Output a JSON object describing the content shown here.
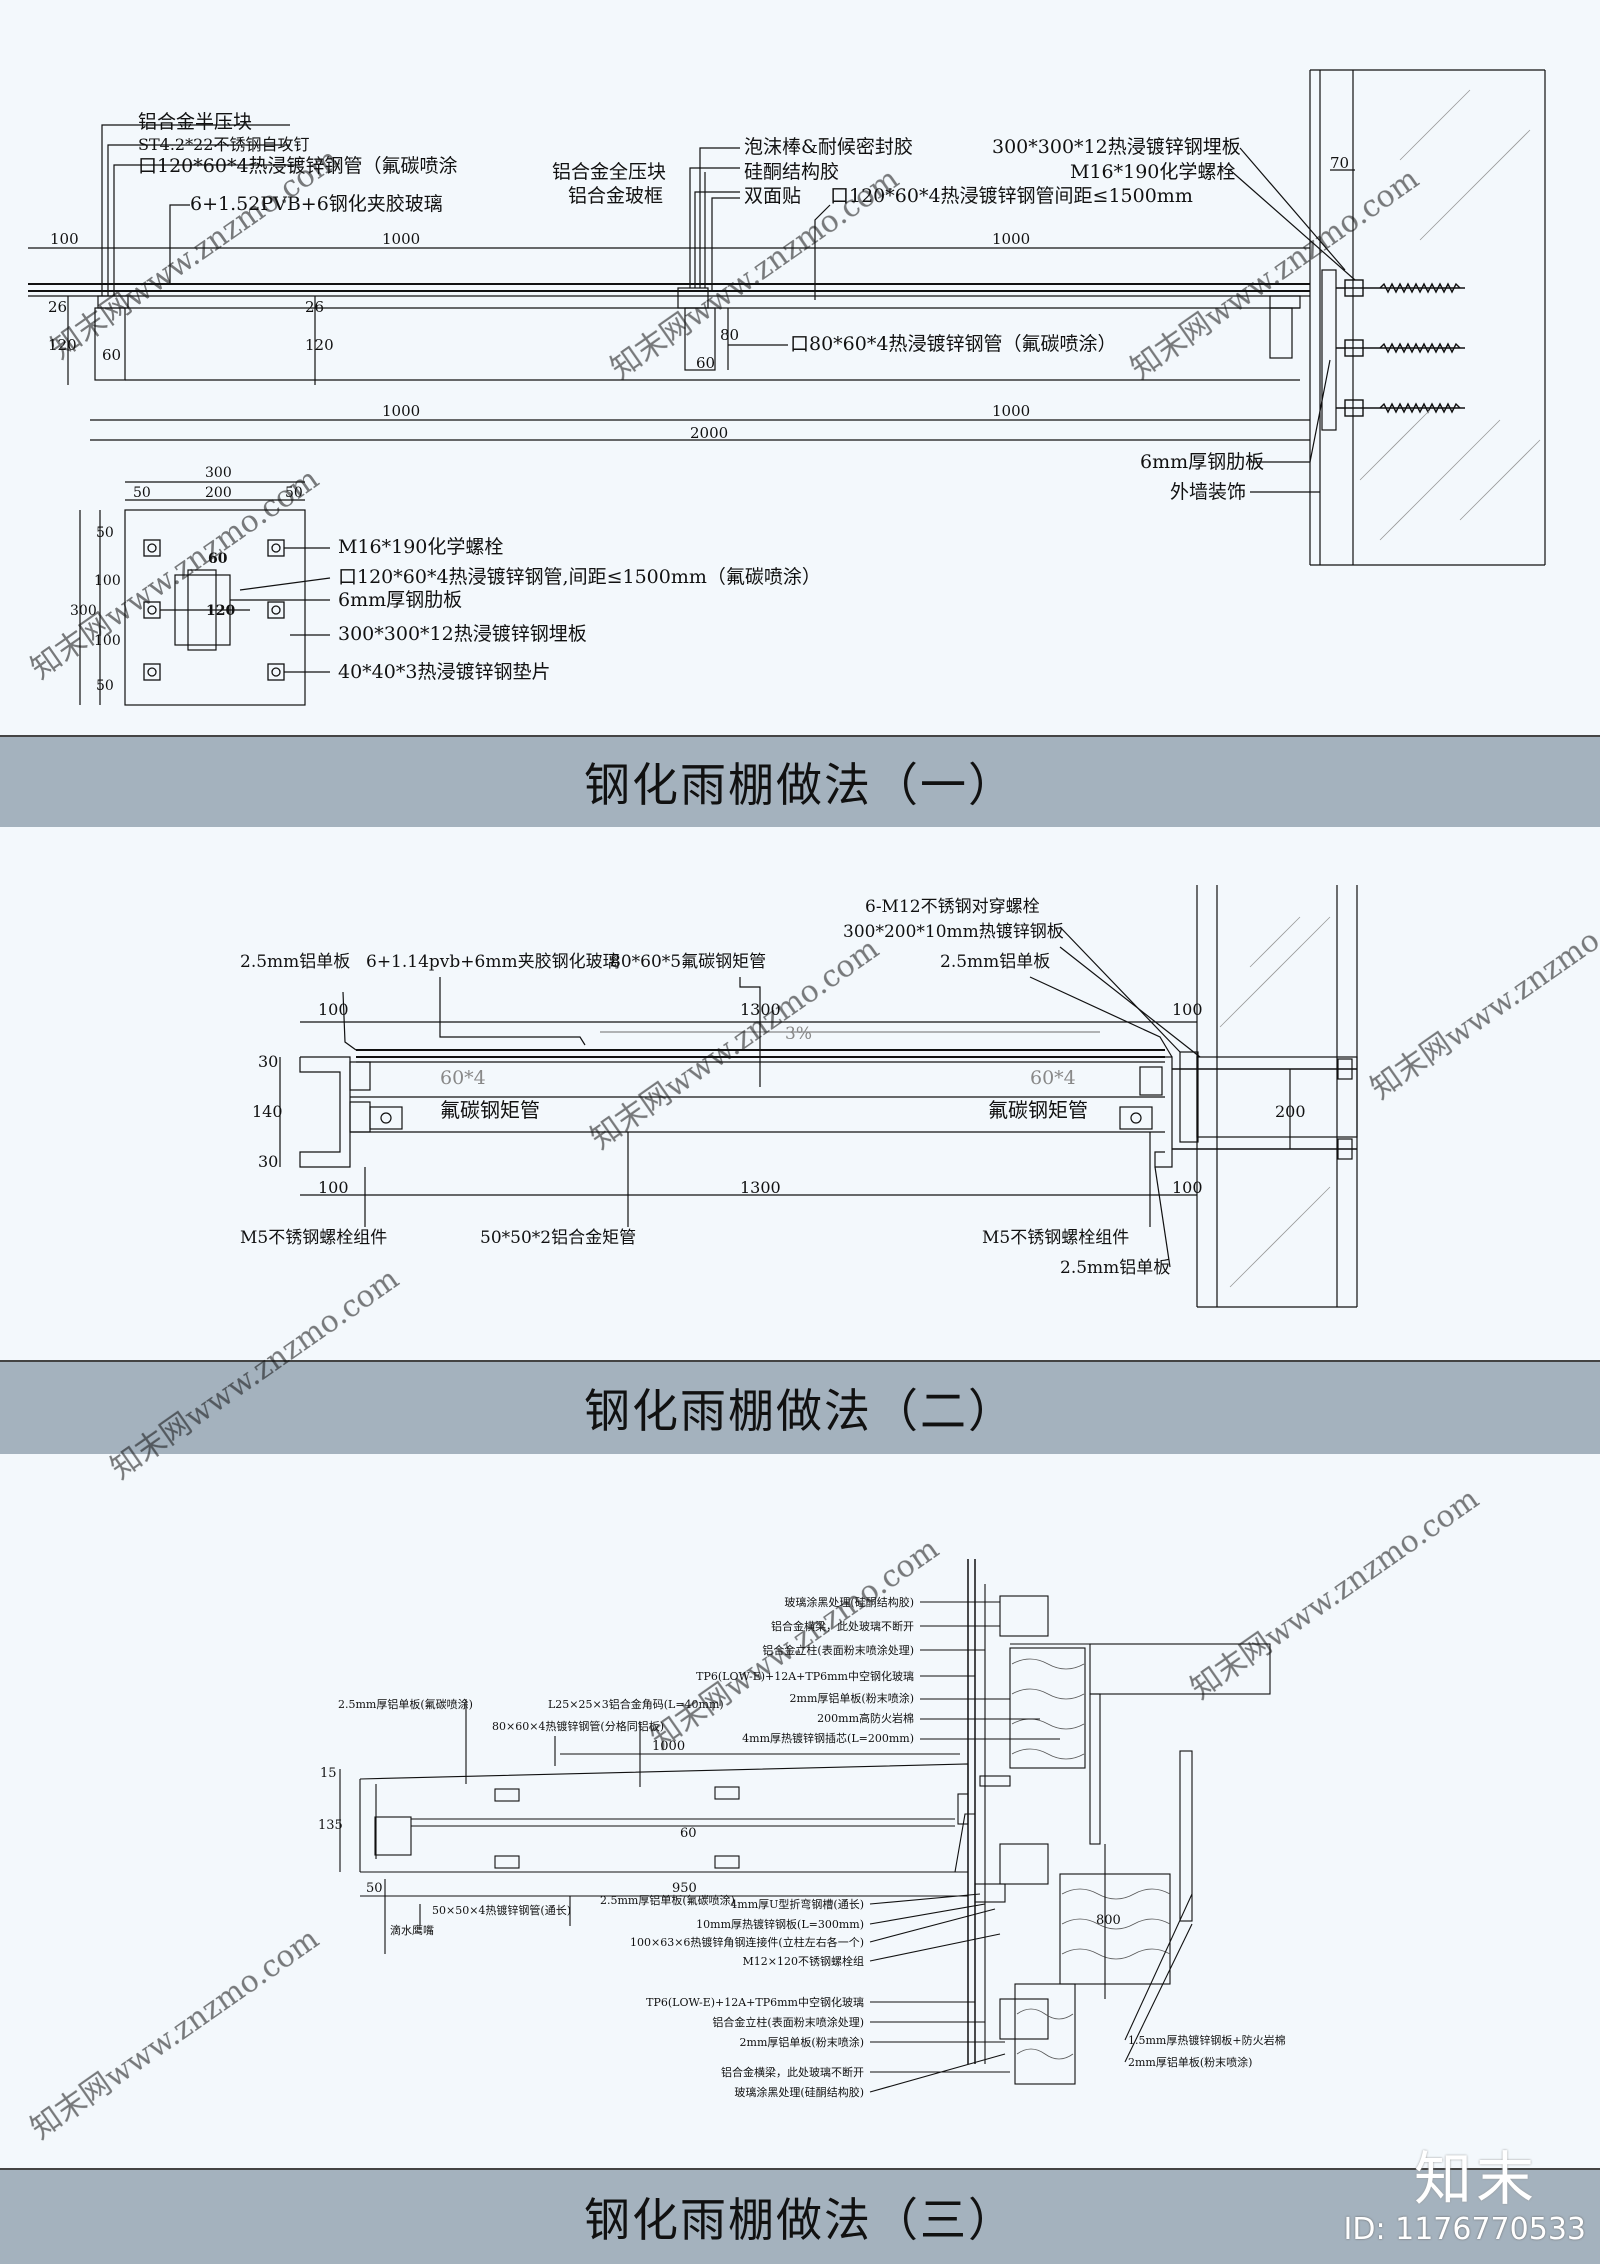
{
  "section1": {
    "title": "钢化雨棚做法（一）",
    "labels": {
      "l1": "铝合金半压块",
      "l2": "ST4.2*22不锈钢自攻钉",
      "l3": "口120*60*4热浸镀锌钢管（氟碳喷涂",
      "l4": "6+1.52PVB+6钢化夹胶玻璃",
      "l5": "铝合金全压块",
      "l6": "铝合金玻框",
      "l7": "泡沫棒&耐候密封胶",
      "l8": "硅酮结构胶",
      "l9": "双面贴",
      "l10": "口120*60*4热浸镀锌钢管间距≤1500mm",
      "l11": "300*300*12热浸镀锌钢埋板",
      "l12": "M16*190化学螺栓",
      "l13": "口80*60*4热浸镀锌钢管（氟碳喷涂）",
      "l14": "6mm厚钢肋板",
      "l15": "外墙装饰"
    },
    "dims": {
      "d100": "100",
      "d1000a": "1000",
      "d1000b": "1000",
      "d26a": "26",
      "d26b": "26",
      "d120a": "120",
      "d60": "60",
      "d120b": "120",
      "d80": "80",
      "d60b": "60",
      "d1000c": "1000",
      "d1000d": "1000",
      "d2000": "2000",
      "d70": "70"
    },
    "detail": {
      "labels": {
        "a": "M16*190化学螺栓",
        "b": "口120*60*4热浸镀锌钢管,间距≤1500mm（氟碳喷涂）",
        "c": "6mm厚钢肋板",
        "d": "300*300*12热浸镀锌钢埋板",
        "e": "40*40*3热浸镀锌钢垫片"
      },
      "dims": {
        "w300": "300",
        "w50a": "50",
        "w200": "200",
        "w50b": "50",
        "h300": "300",
        "h50a": "50",
        "h100a": "100",
        "h100b": "100",
        "h50b": "50",
        "t60": "60",
        "t120": "120"
      }
    }
  },
  "section2": {
    "title": "钢化雨棚做法（二）",
    "labels": {
      "a": "6-M12不锈钢对穿螺栓",
      "b": "300*200*10mm热镀锌钢板",
      "c": "2.5mm铝单板",
      "d": "6+1.14pvb+6mm夹胶钢化玻璃",
      "e": "80*60*5氟碳钢矩管",
      "f": "2.5mm铝单板",
      "g": "60*4",
      "h": "60*4",
      "i": "氟碳钢矩管",
      "j": "氟碳钢矩管",
      "k": "3%",
      "l": "M5不锈钢螺栓组件",
      "m": "50*50*2铝合金矩管",
      "n": "M5不锈钢螺栓组件",
      "o": "2.5mm铝单板"
    },
    "dims": {
      "d100a": "100",
      "d1300a": "1300",
      "d100b": "100",
      "d30a": "30",
      "d140": "140",
      "d30b": "30",
      "d100c": "100",
      "d1300b": "1300",
      "d100d": "100",
      "d200": "200"
    }
  },
  "section3": {
    "title": "钢化雨棚做法（三）",
    "labels": {
      "r1": "玻璃涂黑处理(硅酮结构胶)",
      "r2": "铝合金横梁，此处玻璃不断开",
      "r3": "铝合金立柱(表面粉末喷涂处理)",
      "r4": "TP6(LOW-E)+12A+TP6mm中空钢化玻璃",
      "r5": "2mm厚铝单板(粉末喷涂)",
      "r6": "200mm高防火岩棉",
      "r7": "4mm厚热镀锌钢插芯(L=200mm)",
      "r8": "4mm厚U型折弯钢槽(通长)",
      "r9": "10mm厚热镀锌钢板(L=300mm)",
      "r10": "100×63×6热镀锌角钢连接件(立柱左右各一个)",
      "r11": "M12×120不锈钢螺栓组",
      "r12": "TP6(LOW-E)+12A+TP6mm中空钢化玻璃",
      "r13": "铝合金立柱(表面粉末喷涂处理)",
      "r14": "2mm厚铝单板(粉末喷涂)",
      "r15": "铝合金横梁，此处玻璃不断开",
      "r16": "玻璃涂黑处理(硅酮结构胶)",
      "s1": "2.5mm厚铝单板(氟碳喷涂)",
      "s2": "L25×25×3铝合金角码(L=40mm)",
      "s3": "80×60×4热镀锌钢管(分格同铝板)",
      "s4": "50×50×4热镀锌钢管(通长)",
      "s5": "2.5mm厚铝单板(氟碳喷涂)",
      "s6": "滴水鹰嘴",
      "s7": "1.5mm厚热镀锌钢板+防火岩棉",
      "s8": "2mm厚铝单板(粉末喷涂)"
    },
    "dims": {
      "d1000": "1000",
      "d15": "15",
      "d135": "135",
      "d60": "60",
      "d50": "50",
      "d950": "950",
      "d800": "800"
    }
  },
  "watermark": {
    "logo": "知末",
    "id": "ID: 1176770533",
    "text": "知末网www.znzmo.com"
  },
  "colors": {
    "band": "#a4b2be",
    "background": "#f3f8fc",
    "line": "#111111"
  }
}
